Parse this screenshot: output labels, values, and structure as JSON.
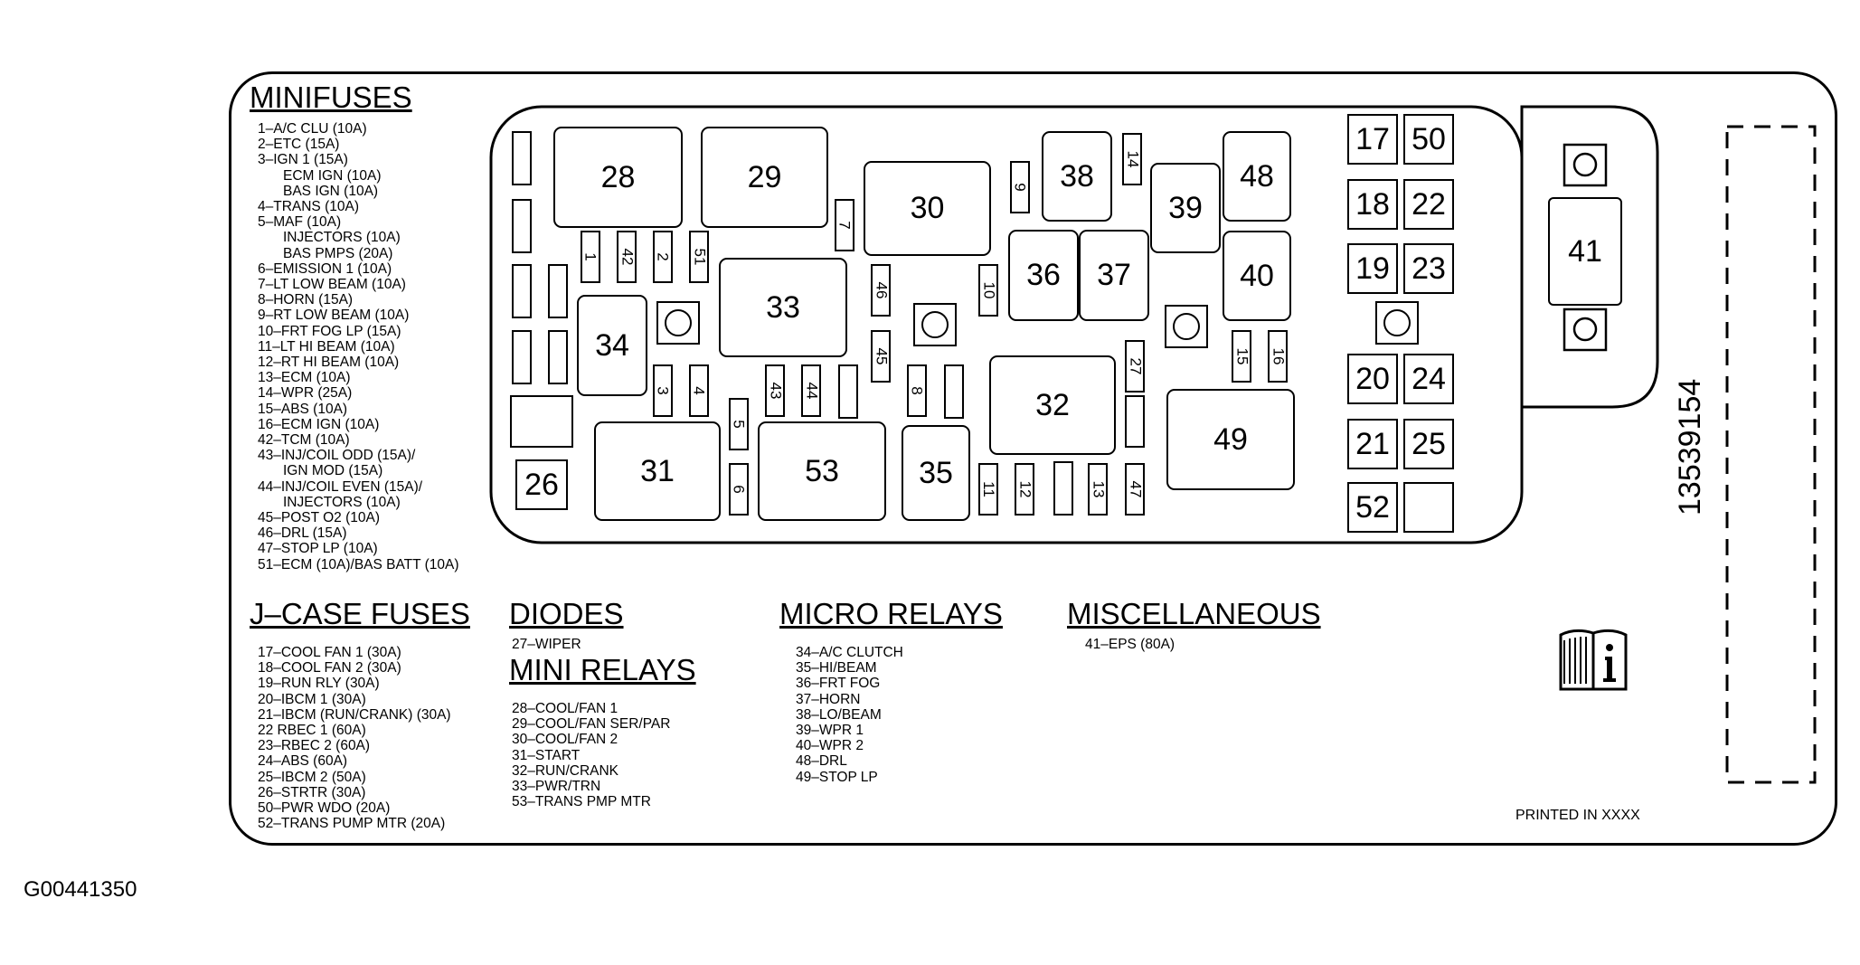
{
  "figure_id": "G00441350",
  "part_number": "13539154",
  "printed_note": "PRINTED IN XXXX",
  "minifuses": {
    "title": "MINIFUSES",
    "items": [
      {
        "text": "1–A/C CLU (10A)",
        "indent": false
      },
      {
        "text": "2–ETC (15A)",
        "indent": false
      },
      {
        "text": "3–IGN 1 (15A)",
        "indent": false
      },
      {
        "text": "ECM IGN (10A)",
        "indent": true
      },
      {
        "text": "BAS IGN (10A)",
        "indent": true
      },
      {
        "text": "4–TRANS (10A)",
        "indent": false
      },
      {
        "text": "5–MAF (10A)",
        "indent": false
      },
      {
        "text": "INJECTORS (10A)",
        "indent": true
      },
      {
        "text": "BAS PMPS (20A)",
        "indent": true
      },
      {
        "text": "6–EMISSION 1 (10A)",
        "indent": false
      },
      {
        "text": "7–LT LOW BEAM (10A)",
        "indent": false
      },
      {
        "text": "8–HORN (15A)",
        "indent": false
      },
      {
        "text": "9–RT LOW BEAM (10A)",
        "indent": false
      },
      {
        "text": "10–FRT FOG LP (15A)",
        "indent": false
      },
      {
        "text": "11–LT HI BEAM (10A)",
        "indent": false
      },
      {
        "text": "12–RT HI BEAM (10A)",
        "indent": false
      },
      {
        "text": "13–ECM (10A)",
        "indent": false
      },
      {
        "text": "14–WPR (25A)",
        "indent": false
      },
      {
        "text": "15–ABS (10A)",
        "indent": false
      },
      {
        "text": "16–ECM IGN (10A)",
        "indent": false
      },
      {
        "text": "42–TCM (10A)",
        "indent": false
      },
      {
        "text": "43–INJ/COIL ODD (15A)/",
        "indent": false
      },
      {
        "text": "IGN MOD (15A)",
        "indent": true
      },
      {
        "text": "44–INJ/COIL EVEN (15A)/",
        "indent": false
      },
      {
        "text": "INJECTORS (10A)",
        "indent": true
      },
      {
        "text": "45–POST O2 (10A)",
        "indent": false
      },
      {
        "text": "46–DRL (15A)",
        "indent": false
      },
      {
        "text": "47–STOP LP (10A)",
        "indent": false
      },
      {
        "text": "51–ECM (10A)/BAS BATT (10A)",
        "indent": false
      }
    ]
  },
  "jcase": {
    "title": "J–CASE FUSES",
    "items": [
      "17–COOL FAN 1 (30A)",
      "18–COOL FAN 2 (30A)",
      "19–RUN RLY (30A)",
      "20–IBCM 1 (30A)",
      "21–IBCM (RUN/CRANK) (30A)",
      "22  RBEC 1 (60A)",
      "23–RBEC 2 (60A)",
      "24–ABS (60A)",
      "25–IBCM 2 (50A)",
      "26–STRTR (30A)",
      "50–PWR WDO (20A)",
      "52–TRANS PUMP MTR (20A)"
    ]
  },
  "diodes": {
    "title": "DIODES",
    "items": [
      "27–WIPER"
    ]
  },
  "mini_relays": {
    "title": "MINI RELAYS",
    "items": [
      "28–COOL/FAN 1",
      "29–COOL/FAN SER/PAR",
      "30–COOL/FAN 2",
      "31–START",
      "32–RUN/CRANK",
      "33–PWR/TRN",
      "53–TRANS PMP MTR"
    ]
  },
  "micro_relays": {
    "title": "MICRO RELAYS",
    "items": [
      "34–A/C CLUTCH",
      "35–HI/BEAM",
      "36–FRT FOG",
      "37–HORN",
      "38–LO/BEAM",
      "39–WPR 1",
      "40–WPR 2",
      "48–DRL",
      "49–STOP LP"
    ]
  },
  "misc": {
    "title": "MISCELLANEOUS",
    "items": [
      "41–EPS (80A)"
    ]
  },
  "relays": {
    "r28": "28",
    "r29": "29",
    "r30": "30",
    "r31": "31",
    "r32": "32",
    "r33": "33",
    "r34": "34",
    "r35": "35",
    "r36": "36",
    "r37": "37",
    "r38": "38",
    "r39": "39",
    "r40": "40",
    "r48": "48",
    "r49": "49",
    "r53": "53"
  },
  "fuses": {
    "f1": "1",
    "f2": "2",
    "f3": "3",
    "f4": "4",
    "f5": "5",
    "f6": "6",
    "f7": "7",
    "f8": "8",
    "f9": "9",
    "f10": "10",
    "f11": "11",
    "f12": "12",
    "f13": "13",
    "f14": "14",
    "f15": "15",
    "f16": "16",
    "f27": "27",
    "f42": "42",
    "f43": "43",
    "f44": "44",
    "f45": "45",
    "f46": "46",
    "f47": "47",
    "f51": "51"
  },
  "jcase_slots": {
    "j17": "17",
    "j18": "18",
    "j19": "19",
    "j20": "20",
    "j21": "21",
    "j22": "22",
    "j23": "23",
    "j24": "24",
    "j25": "25",
    "j26": "26",
    "j41": "41",
    "j50": "50",
    "j52": "52"
  }
}
